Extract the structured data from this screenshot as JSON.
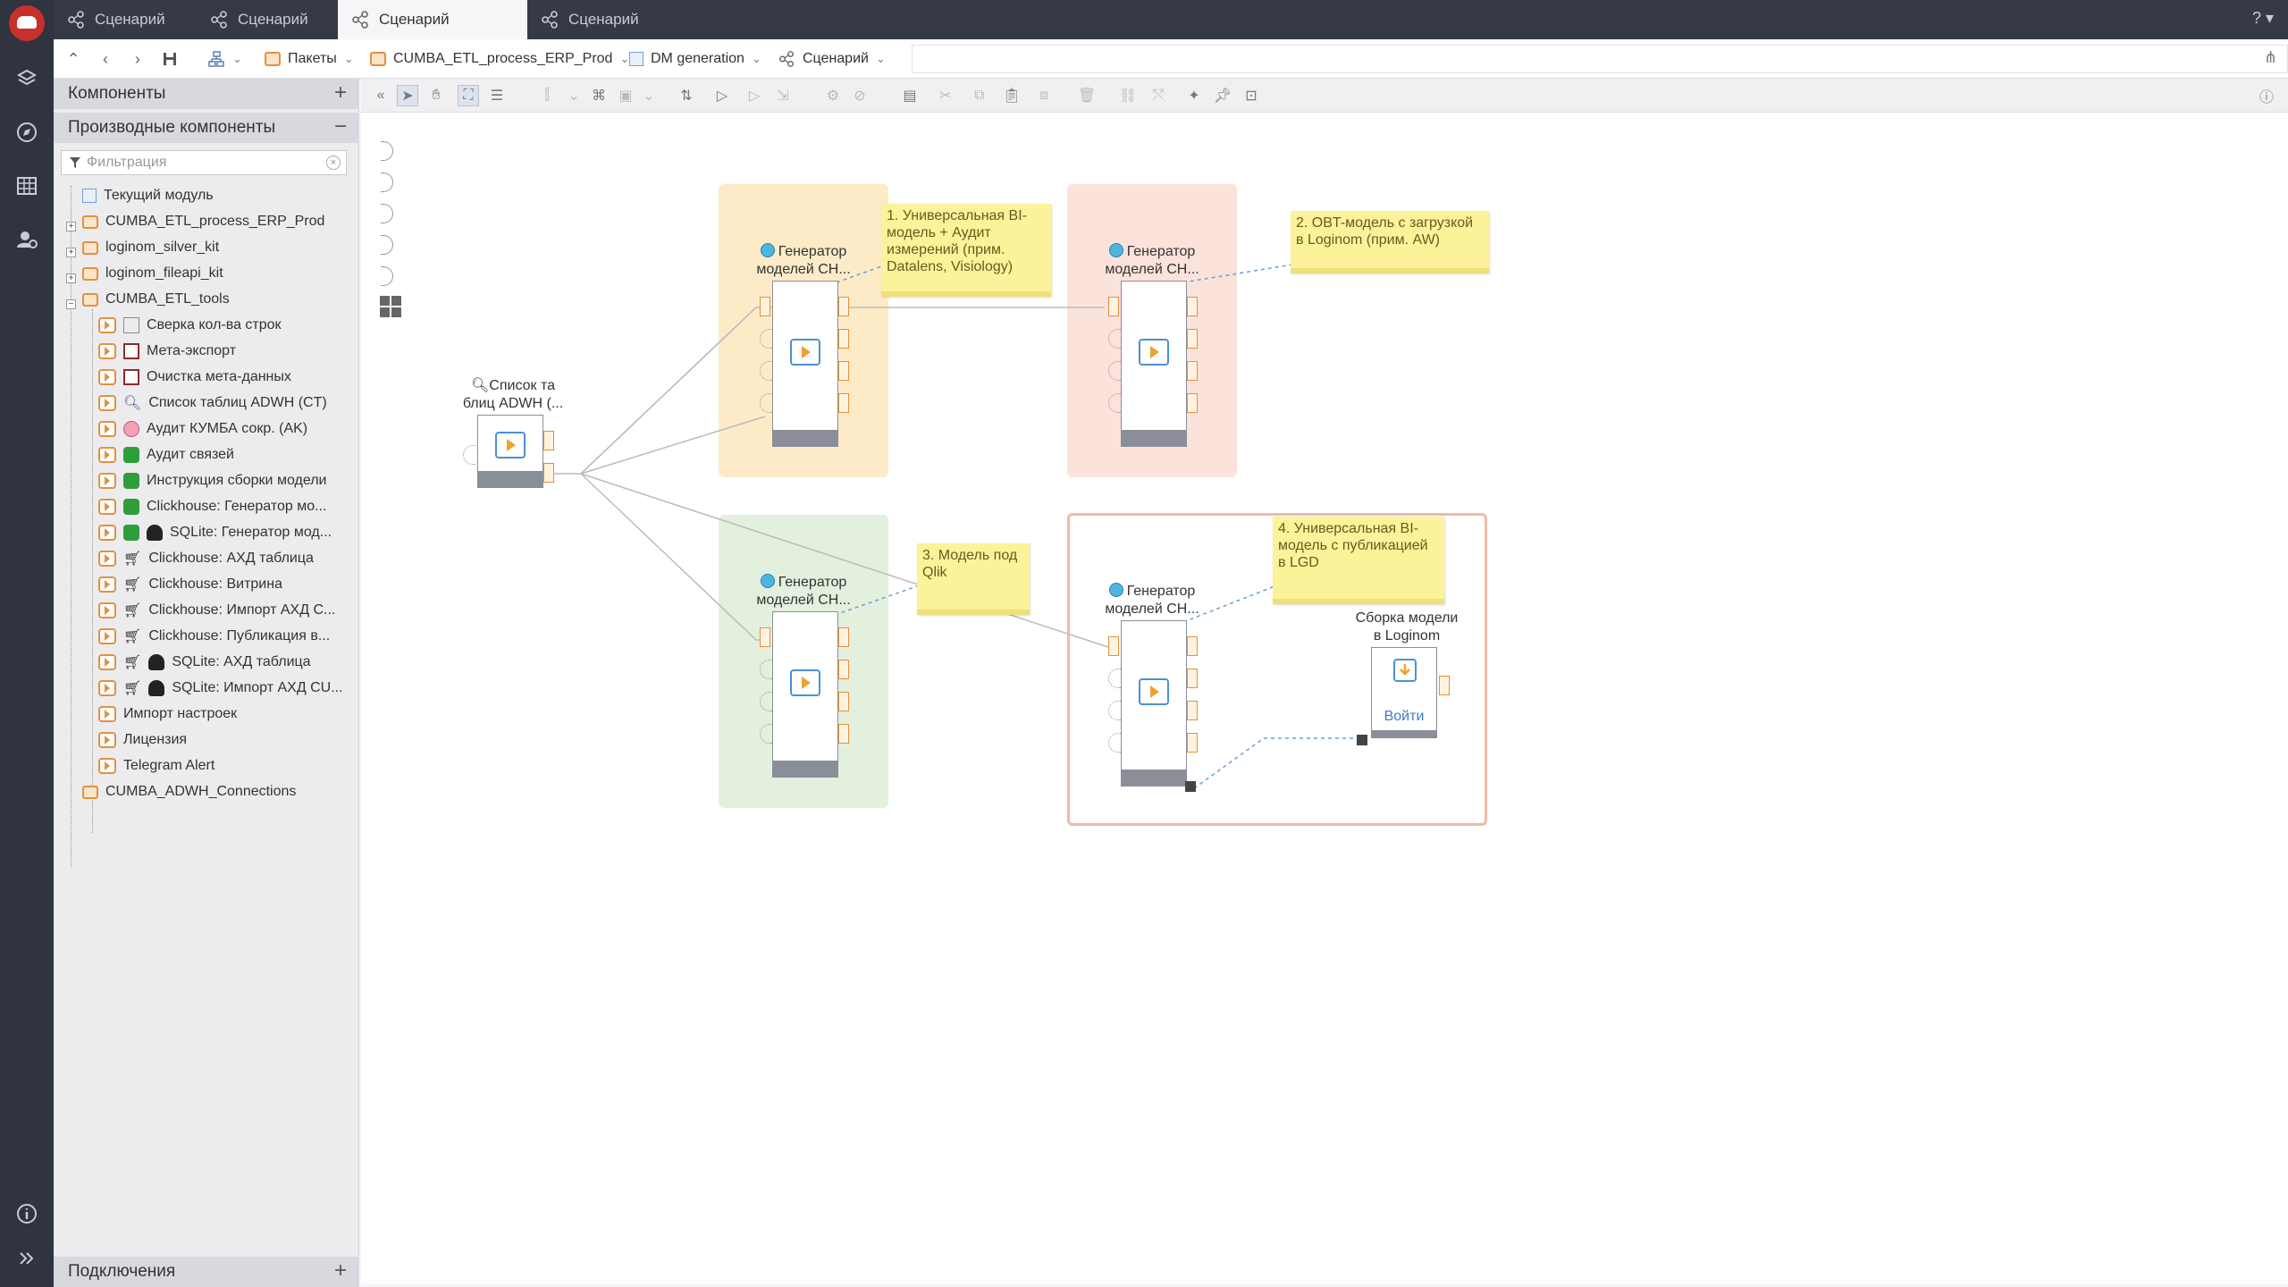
{
  "tabs": [
    {
      "label": "Сценарий",
      "active": false
    },
    {
      "label": "Сценарий",
      "active": false
    },
    {
      "label": "Сценарий",
      "active": true
    },
    {
      "label": "Сценарий",
      "active": false
    }
  ],
  "help_label": "?",
  "breadcrumb": {
    "items": [
      "Пакеты",
      "CUMBA_ETL_process_ERP_Prod",
      "DM generation",
      "Сценарий"
    ]
  },
  "panel": {
    "components_title": "Компоненты",
    "derived_title": "Производные компоненты",
    "filter_placeholder": "Фильтрация",
    "connections_title": "Подключения",
    "tree": [
      {
        "label": "Текущий модуль",
        "icon": "module-icon"
      },
      {
        "label": "CUMBA_ETL_process_ERP_Prod",
        "icon": "package-icon"
      },
      {
        "label": "loginom_silver_kit",
        "icon": "package-icon"
      },
      {
        "label": "loginom_fileapi_kit",
        "icon": "package-icon"
      },
      {
        "label": "CUMBA_ETL_tools",
        "icon": "package-icon"
      },
      {
        "label": "Сверка кол-ва строк",
        "icon": "compare-icon"
      },
      {
        "label": "Мета-экспорт",
        "icon": "calendar-icon"
      },
      {
        "label": "Очистка мета-данных",
        "icon": "calendar-icon"
      },
      {
        "label": "Список таблиц ADWH (CT)",
        "icon": "search-icon"
      },
      {
        "label": "Аудит КУМБА сокр. (AK)",
        "icon": "brain-icon"
      },
      {
        "label": "Аудит связей",
        "icon": "puzzle-icon"
      },
      {
        "label": "Инструкция сборки модели",
        "icon": "puzzle-icon"
      },
      {
        "label": "Clickhouse: Генератор мо...",
        "icon": "puzzle-icon"
      },
      {
        "label": "SQLite: Генератор мод...",
        "icon": "puzzle-icon"
      },
      {
        "label": "Clickhouse: АХД таблица",
        "icon": "cart-icon"
      },
      {
        "label": "Clickhouse: Витрина",
        "icon": "cart-icon"
      },
      {
        "label": "Clickhouse: Импорт АХД С...",
        "icon": "cart-icon"
      },
      {
        "label": "Clickhouse: Публикация в...",
        "icon": "cart-icon"
      },
      {
        "label": "SQLite: АХД таблица",
        "icon": "cart-icon"
      },
      {
        "label": "SQLite: Импорт АХД CU...",
        "icon": "cart-icon"
      },
      {
        "label": "Импорт настроек",
        "icon": "derived-icon"
      },
      {
        "label": "Лицензия",
        "icon": "derived-icon"
      },
      {
        "label": "Telegram Alert",
        "icon": "derived-icon"
      },
      {
        "label": "CUMBA_ADWH_Connections",
        "icon": "package-icon"
      }
    ]
  },
  "canvas": {
    "source_node": {
      "title_line1": "Список та",
      "title_line2": "блиц ADWH (..."
    },
    "generator_title_line1": "Генератор",
    "generator_title_line2": "моделей CH...",
    "notes": [
      "1. Универсальная BI-модель + Аудит измерений (прим. Datalens, Visiology)",
      "2. OBT-модель с загрузкой в Loginom (прим. AW)",
      "3. Модель под Qlik",
      "4. Универсальная BI-модель с публикацией в LGD"
    ],
    "build_node": {
      "title_line1": "Сборка модели",
      "title_line2": "в Loginom",
      "login_label": "Войти"
    }
  },
  "colors": {
    "region_yellow": "#fdebc8",
    "region_red": "#fbe2da",
    "region_green": "#e3f0de",
    "region_outline": "#f0b9a4",
    "note_bg": "#fbf29a"
  }
}
